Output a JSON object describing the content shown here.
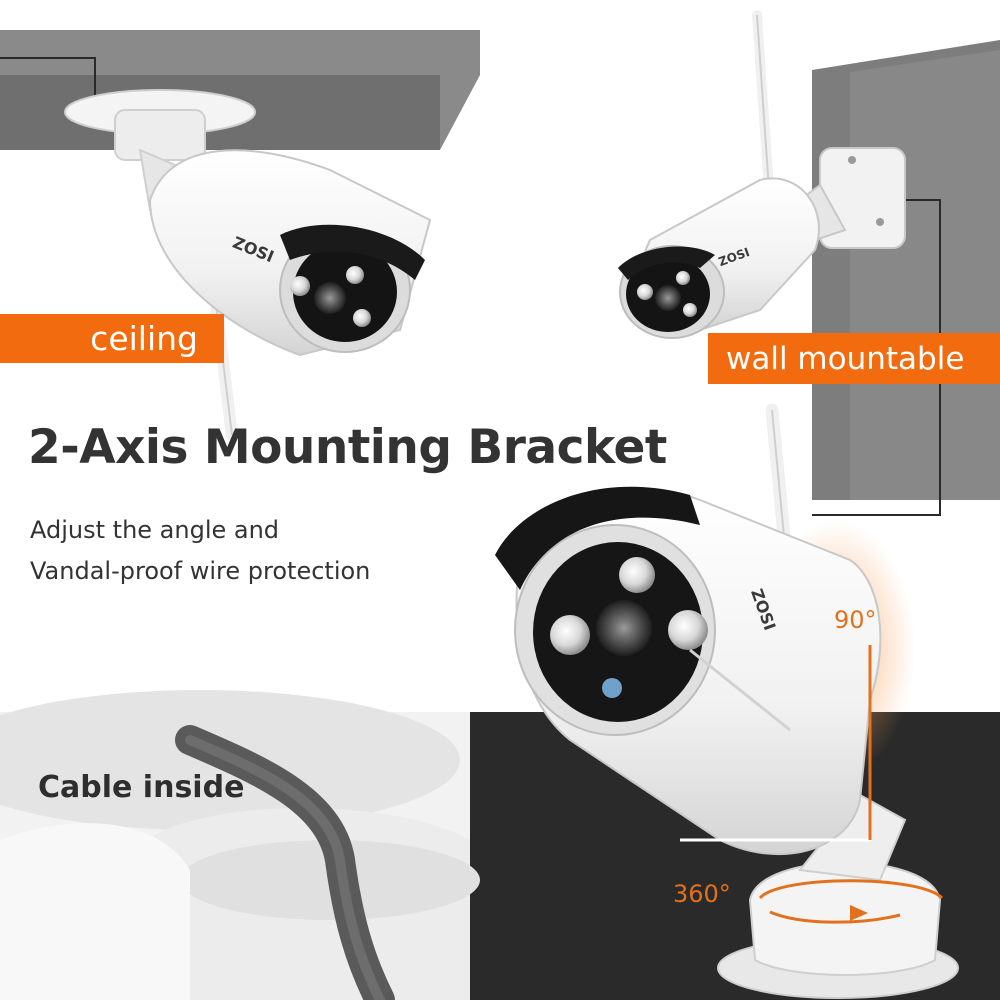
{
  "labels": {
    "ceiling": "ceiling",
    "wall_mountable": "wall mountable",
    "headline": "2-Axis Mounting Bracket",
    "body_line1": "Adjust the angle and",
    "body_line2": "Vandal-proof  wire protection",
    "cable_inside": "Cable inside",
    "angle_vertical": "90°",
    "angle_rotation": "360°"
  },
  "brand": {
    "camera_logo": "ZOSI"
  },
  "colors": {
    "accent_orange": "#f26b0f",
    "text_dark": "#333333",
    "angle_text": "#e2711d",
    "wall_gray": "#8a8a8a",
    "floor_dark": "#2a2a2a"
  }
}
